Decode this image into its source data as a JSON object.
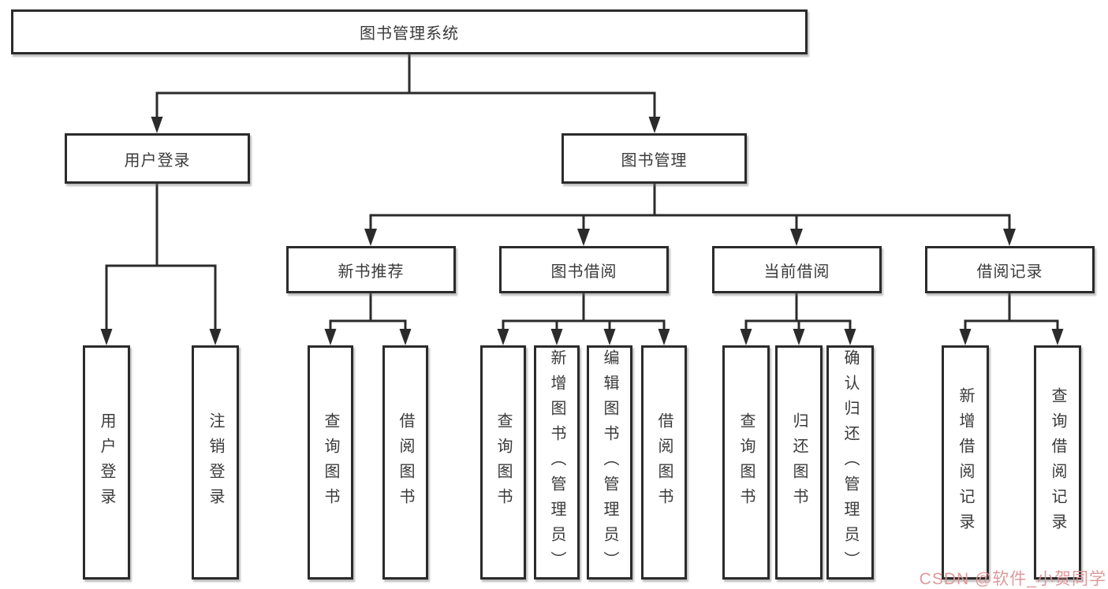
{
  "diagram": {
    "root": {
      "label": "图书管理系统"
    },
    "level2": {
      "user_login": {
        "label": "用户登录"
      },
      "book_mgmt": {
        "label": "图书管理"
      }
    },
    "level3": {
      "new_books": {
        "label": "新书推荐"
      },
      "book_borrow": {
        "label": "图书借阅"
      },
      "current_borrow": {
        "label": "当前借阅"
      },
      "borrow_records": {
        "label": "借阅记录"
      }
    },
    "leaves": {
      "user_login": [
        "用户登录",
        "注销登录"
      ],
      "new_books": [
        "查询图书",
        "借阅图书"
      ],
      "book_borrow": [
        "查询图书",
        "新增图书（管理员）",
        "编辑图书（管理员）",
        "借阅图书"
      ],
      "current_borrow": [
        "查询图书",
        "归还图书",
        "确认归还（管理员）"
      ],
      "borrow_records": [
        "新增借阅记录",
        "查询借阅记录"
      ]
    }
  },
  "watermark": {
    "text": "CSDN @软件_小贺同学"
  },
  "colors": {
    "line": "#2b2b2b",
    "text": "#3a3a3a",
    "watermark_pink": "#df9496",
    "background": "#ffffff"
  }
}
